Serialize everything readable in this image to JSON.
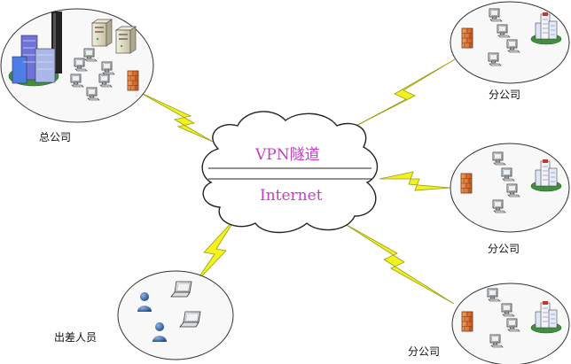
{
  "cloud": {
    "top_label": "VPN隧道",
    "bottom_label": "Internet"
  },
  "nodes": {
    "hq": {
      "label": "总公司"
    },
    "branch_1": {
      "label": "分公司"
    },
    "branch_2": {
      "label": "分公司"
    },
    "branch_3": {
      "label": "分公司"
    },
    "mobile": {
      "label": "出差人员"
    }
  },
  "colors": {
    "cloud_text": "#c43cc7",
    "lightning": "#f2f21e",
    "firewall": "#e0752c",
    "building_green": "#3f8f3f"
  }
}
